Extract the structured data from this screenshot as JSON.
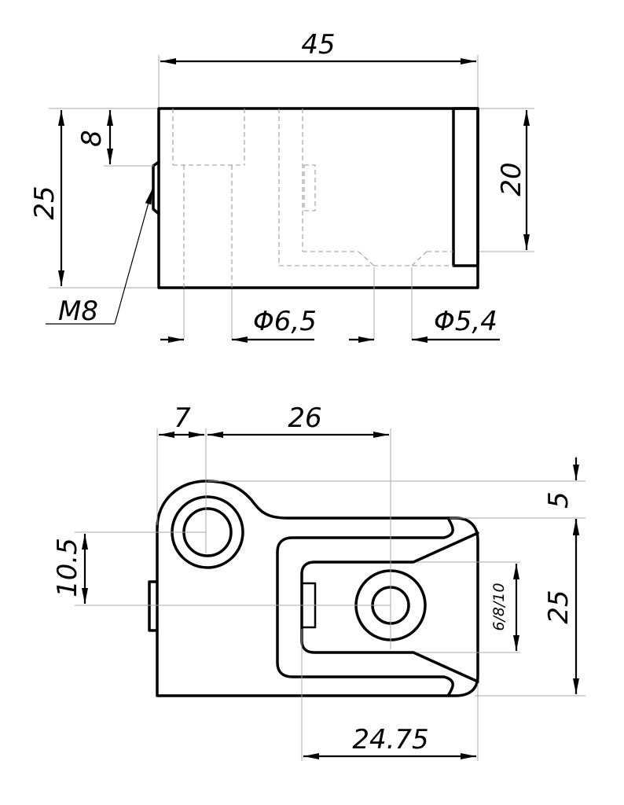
{
  "colors": {
    "line": "#000000",
    "thin_line": "#a8a8a8",
    "hidden_line": "#9a9a9a",
    "background": "#ffffff"
  },
  "front_view": {
    "dims": {
      "overall_length": "45",
      "height": "25",
      "offset_top": "8",
      "right_height": "20",
      "thread": "M8",
      "hole_left": "Φ6,5",
      "hole_right": "Φ5,4"
    }
  },
  "top_view": {
    "dims": {
      "offset_left": "7",
      "center_distance": "26",
      "top_offset": "5",
      "height": "25",
      "hole_offset": "10.5",
      "slot_options": "6/8/10",
      "slot_length": "24.75"
    }
  }
}
